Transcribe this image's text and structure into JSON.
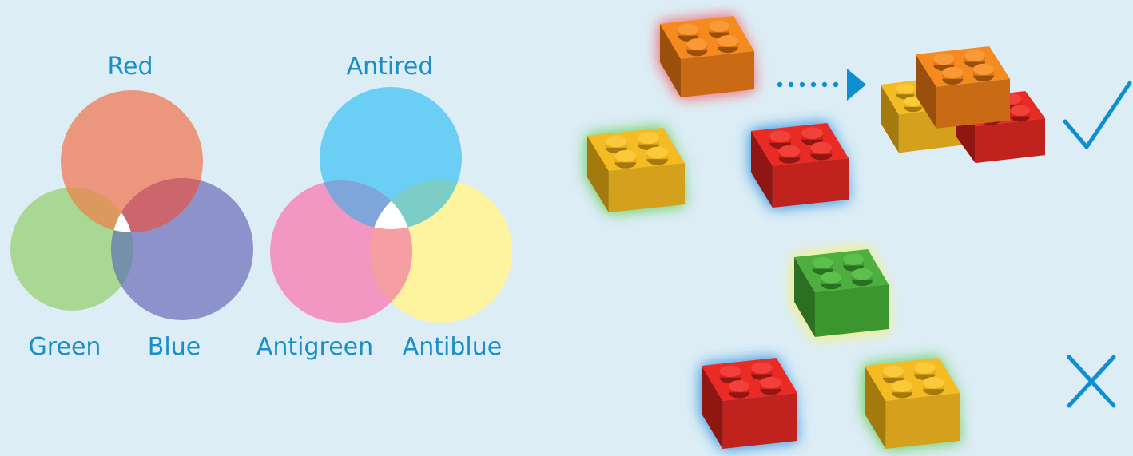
{
  "colors": {
    "background": "#dcedf6",
    "label_text": "#1a8fc7",
    "accent_mark": "#0f8fd0",
    "red": "#f0805f",
    "green": "#a3d489",
    "blue": "#7a7bc0",
    "antired": "#56c8f5",
    "antigreen": "#f48dbd",
    "antiblue": "#fff39a",
    "brick_orange": "#f58a1f",
    "brick_yellow": "#f5bb22",
    "brick_red": "#ea2b25",
    "brick_green": "#4caf3e",
    "glow_red": "#f2666c",
    "glow_green": "#6fcf64",
    "glow_blue": "#3d97dc",
    "glow_yellow": "#f9f16b"
  },
  "venn_colors": {
    "circles": [
      {
        "label": "Red",
        "color": "red"
      },
      {
        "label": "Green",
        "color": "green"
      },
      {
        "label": "Blue",
        "color": "blue"
      }
    ]
  },
  "venn_anticolors": {
    "circles": [
      {
        "label": "Antired",
        "color": "antired"
      },
      {
        "label": "Antigreen",
        "color": "antigreen"
      },
      {
        "label": "Antiblue",
        "color": "antiblue"
      }
    ]
  },
  "bricks": {
    "top_group": [
      {
        "color": "orange",
        "glow": "red"
      },
      {
        "color": "yellow",
        "glow": "green"
      },
      {
        "color": "red",
        "glow": "blue"
      }
    ],
    "bottom_group": [
      {
        "color": "green",
        "glow": "yellow"
      },
      {
        "color": "red",
        "glow": "blue"
      },
      {
        "color": "yellow",
        "glow": "green"
      }
    ]
  },
  "icons": {
    "arrow": "dotted-arrow-icon",
    "valid": "checkmark-icon",
    "invalid": "cross-icon"
  }
}
